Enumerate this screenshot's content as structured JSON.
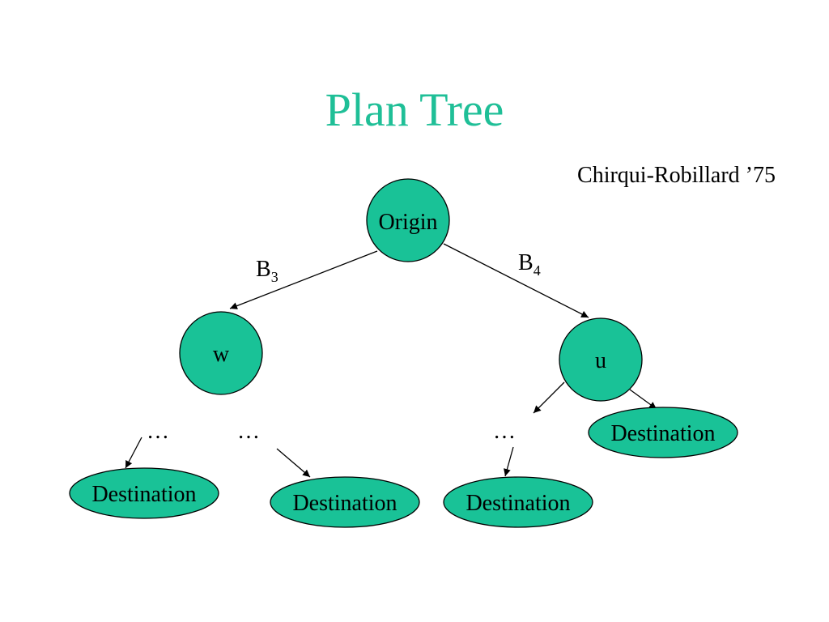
{
  "slide": {
    "title": "Plan Tree",
    "citation": "Chirqui-Robillard ’75"
  },
  "colors": {
    "title": "#1fbf97",
    "node_fill": "#19c297",
    "stroke": "#000000"
  },
  "nodes": {
    "origin": "Origin",
    "w": "w",
    "u": "u",
    "destination": "Destination"
  },
  "edges": {
    "b3": {
      "letter": "B",
      "sub": "3"
    },
    "b4": {
      "letter": "B",
      "sub": "4"
    }
  },
  "ellipsis": "…"
}
